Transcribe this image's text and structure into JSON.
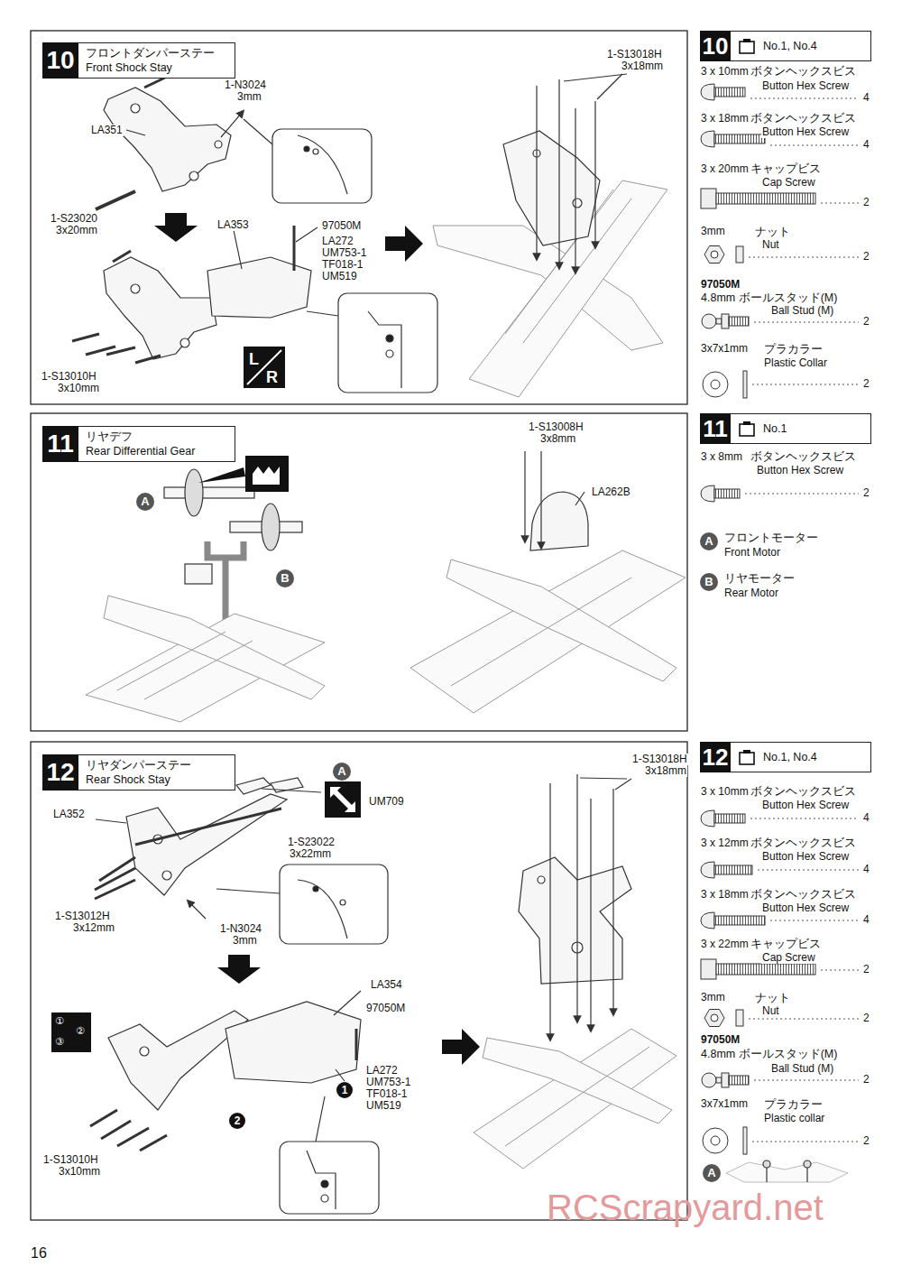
{
  "diagram": {
    "nodes": [
      {
        "text": [
          "10",
          "フロントダンパーステー",
          "Front Shock Stay"
        ]
      },
      {
        "text": [
          "10",
          "No.1, No.4"
        ]
      },
      {
        "text": [
          "11",
          "リヤデフ",
          "Rear Differential Gear"
        ]
      },
      {
        "text": [
          "11",
          "No.1"
        ]
      },
      {
        "text": [
          "12",
          "リヤダンパーステー",
          "Rear Shock Stay"
        ]
      },
      {
        "text": [
          "12",
          "No.1, No.4"
        ]
      }
    ],
    "labels": [
      "1-N3024",
      "3mm",
      "LA351",
      "1-S23020",
      "3x20mm",
      "LA353",
      "97050M",
      "LA272",
      "UM753-1",
      "TF018-1",
      "UM519",
      "1-S13010H",
      "3x10mm",
      "1-S13018H",
      "3x18mm",
      "L",
      "R",
      "3 x 10mm",
      "ボタンヘックスビス",
      "Button Hex Screw",
      "4",
      "3 x 18mm",
      "ボタンヘックスビス",
      "Button Hex Screw",
      "4",
      "3 x 20mm",
      "キャップビス",
      "Cap Screw",
      "2",
      "3mm",
      "ナット",
      "Nut",
      "2",
      "97050M",
      "4.8mm ボールスタッド(M)",
      "Ball Stud (M)",
      "2",
      "3x7x1mm",
      "プラカラー",
      "Plastic Collar",
      "2",
      "A",
      "B",
      "1-S13008H",
      "3x8mm",
      "LA262B",
      "3 x 8mm",
      "ボタンヘックスビス",
      "Button Hex Screw",
      "2",
      "A",
      "フロントモーター",
      "Front Motor",
      "B",
      "リヤモーター",
      "Rear Motor",
      "A",
      "UM709",
      "LA352",
      "1-S23022",
      "3x22mm",
      "1-S13012H",
      "3x12mm",
      "1-N3024",
      "3mm",
      "LA354",
      "97050M",
      "①",
      "②",
      "③",
      "1",
      "2",
      "LA272",
      "UM753-1",
      "TF018-1",
      "UM519",
      "1-S13010H",
      "3x10mm",
      "1-S13018H",
      "3x18mm",
      "3 x 10mm",
      "ボタンヘックスビス",
      "Button Hex Screw",
      "4",
      "3 x 12mm",
      "ボタンヘックスビス",
      "Button Hex Screw",
      "4",
      "3 x 18mm",
      "ボタンヘックスビス",
      "Button Hex Screw",
      "4",
      "3 x 22mm",
      "キャップビス",
      "Cap Screw",
      "2",
      "3mm",
      "ナット",
      "Nut",
      "2",
      "97050M",
      "4.8mm ボールスタッド(M)",
      "Ball Stud (M)",
      "2",
      "3x7x1mm",
      "プラカラー",
      "Plastic collar",
      "2",
      "A",
      "16",
      "RCScrapyard.net"
    ]
  }
}
